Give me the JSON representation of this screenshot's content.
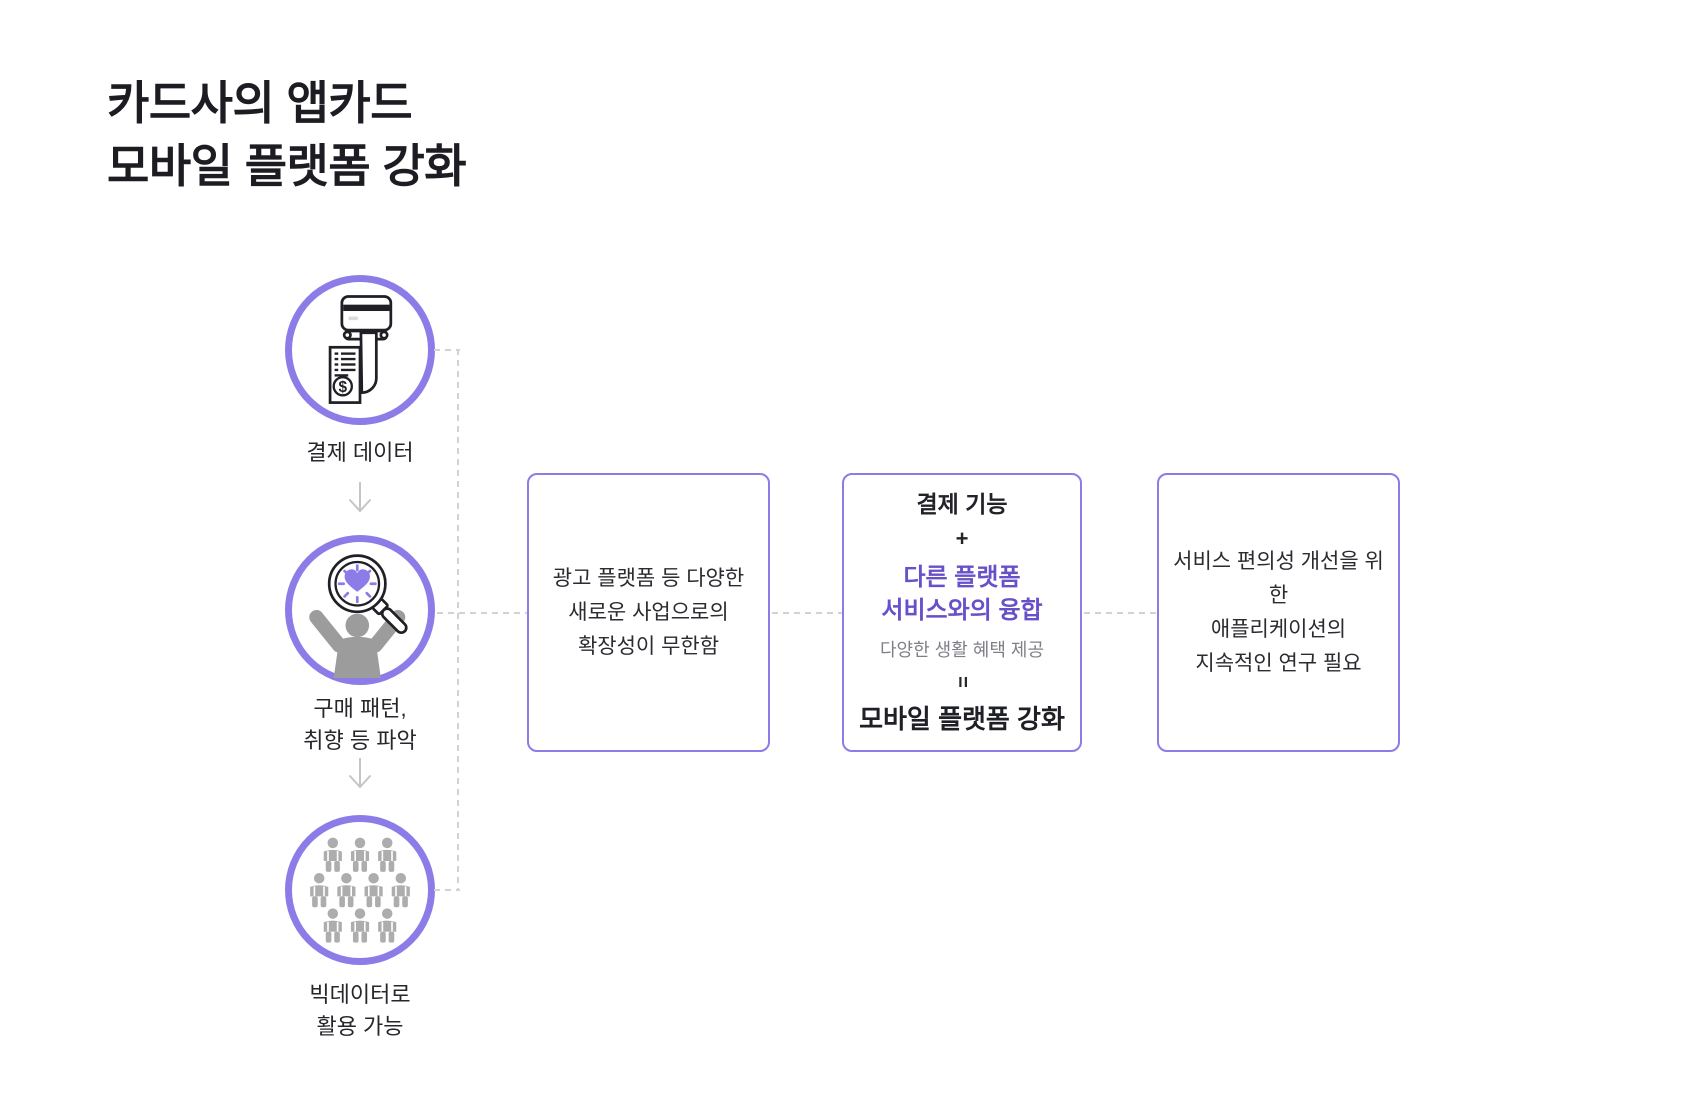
{
  "title": {
    "line1": "카드사의 앱카드",
    "line2": "모바일 플랫폼 강화"
  },
  "steps": [
    {
      "icon": "payment-data-card-receipt-icon",
      "label_lines": [
        "결제 데이터"
      ]
    },
    {
      "icon": "purchase-pattern-magnifier-icon",
      "label_lines": [
        "구매 패턴,",
        "취향 등 파악"
      ]
    },
    {
      "icon": "bigdata-crowd-icon",
      "label_lines": [
        "빅데이터로",
        "활용 가능"
      ]
    }
  ],
  "boxes": {
    "expansion": {
      "lines": [
        "광고 플랫폼 등 다양한",
        "새로운 사업으로의",
        "확장성이 무한함"
      ]
    },
    "fusion": {
      "top": "결제 기능",
      "plus": "+",
      "highlight_lines": [
        "다른 플랫폼",
        "서비스와의 융합"
      ],
      "caption": "다양한 생활 혜택 제공",
      "equals": "=",
      "result": "모바일 플랫폼 강화"
    },
    "research": {
      "lines": [
        "서비스 편의성 개선을 위한",
        "애플리케이션의",
        "지속적인 연구 필요"
      ]
    }
  },
  "colors": {
    "accent_purple": "#8B7CE8",
    "deep_purple": "#6750C8",
    "title_text": "#1C1C22",
    "body_text": "#2B2B31",
    "muted_text": "#7F7F88",
    "arrow_gray": "#C5C5C5",
    "dash_gray": "#D2D2D2",
    "person_gray": "#9C9C9C",
    "crowd_gray": "#ADADAD"
  }
}
